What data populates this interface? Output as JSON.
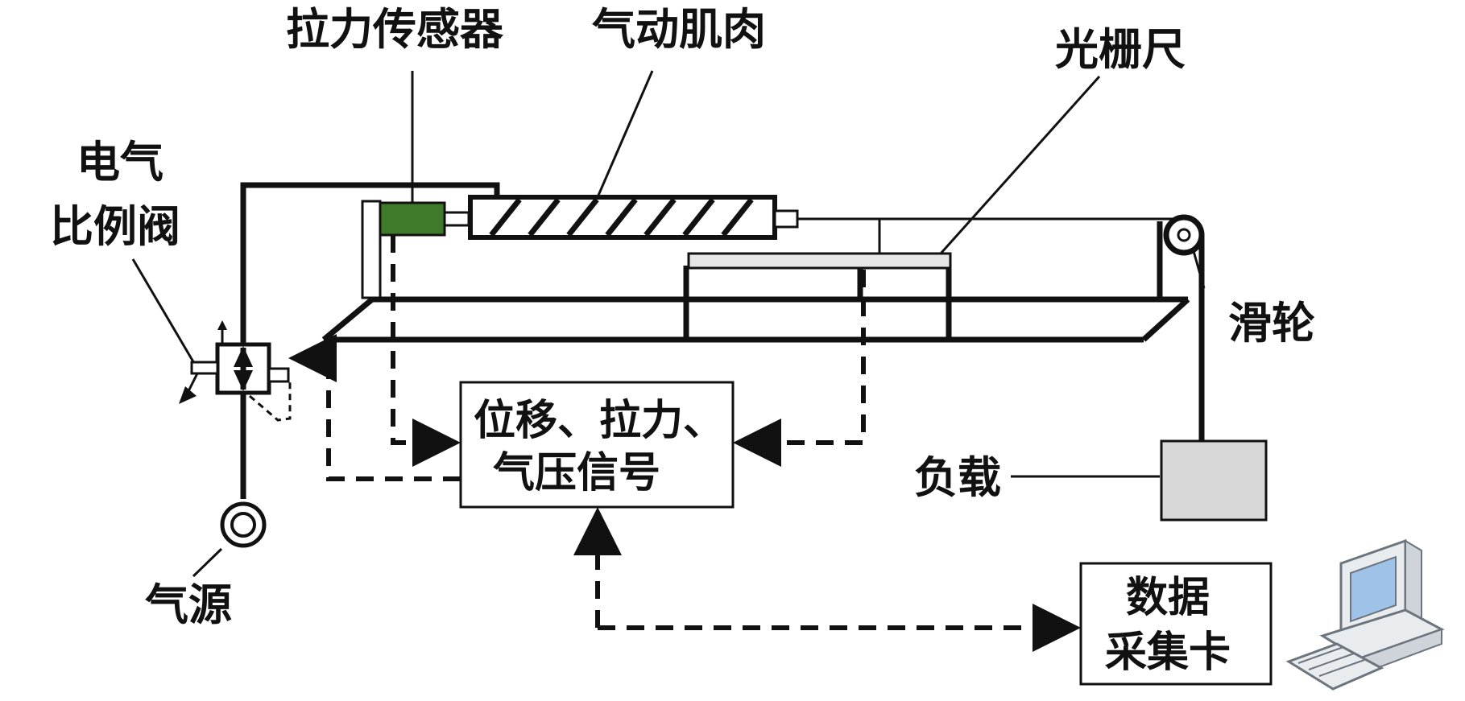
{
  "labels": {
    "force_sensor": "拉力传感器",
    "pneumatic_muscle": "气动肌肉",
    "grating_ruler": "光栅尺",
    "valve_line1": "电气",
    "valve_line2": "比例阀",
    "pulley": "滑轮",
    "load": "负载",
    "air_source": "气源",
    "signal_line1": "位移、拉力、",
    "signal_line2": "气压信号",
    "daq_line1": "数据",
    "daq_line2": "采集卡"
  },
  "colors": {
    "sensor_fill": "#3e7a2a",
    "load_fill": "#d8d8d8",
    "line": "#111111"
  }
}
